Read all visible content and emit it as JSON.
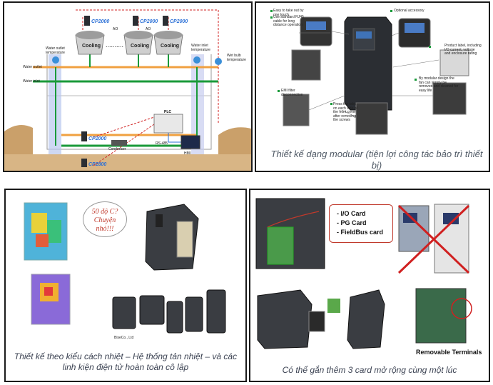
{
  "panel1": {
    "tower_label": "Cooling",
    "dots": "..........",
    "cp2000_label": "CP2000",
    "ao_label": "AO",
    "water_outlet_temperature": "Water outlet temperature",
    "water_outlet": "Water outlet",
    "water_inlet": "Water inlet",
    "water_inlet_temperature": "Water inlet temperature",
    "wet_bulb_temperature": "Wet bulb temperature",
    "plc_label": "PLC",
    "rs485_label": "RS-485",
    "hmi_label": "HMI",
    "condenser_label": "Condenser",
    "cp2800_label": "CP2800",
    "cp2000_bottom": "CP2000"
  },
  "panel2": {
    "callouts": [
      "Easy to take out by one touch",
      "Use standard RJ45 cable for long distance operation",
      "Optional accessory",
      "Product label, including I/O current, voltage and enclosure rating",
      "By modular design the fan can simply be removed and cleaned for easy life",
      "EMI filter disconnection",
      "Press the tabs on each side of the front cover after removing the screws"
    ],
    "caption": "Thiết kế dạng modular (tiện lợi công tác bảo trì thiết bị)"
  },
  "panel3": {
    "bubble_line1": "50 độ C?",
    "bubble_line2": "Chuyện",
    "bubble_line3": "nhỏ!!!",
    "small_text": "BiseCo., Ltd",
    "caption": "Thiết kế theo kiểu cách nhiệt – Hệ thống tản nhiệt – và các linh kiện điện tử hoàn toàn cô lập"
  },
  "panel4": {
    "cards": [
      "I/O Card",
      "PG Card",
      "FieldBus card"
    ],
    "removable_terminals": "Removable Terminals",
    "caption": "Có thể gắn thêm 3 card mở rộng cùng một lúc"
  },
  "colors": {
    "pipe_orange": "#f0a040",
    "pipe_green": "#1a9a3a",
    "signal_red": "#d02020",
    "signal_blue": "#2a6fd6",
    "ground": "#c89a58",
    "frame_dark": "#1a1a1a",
    "drive_body": "#2b2e33"
  }
}
